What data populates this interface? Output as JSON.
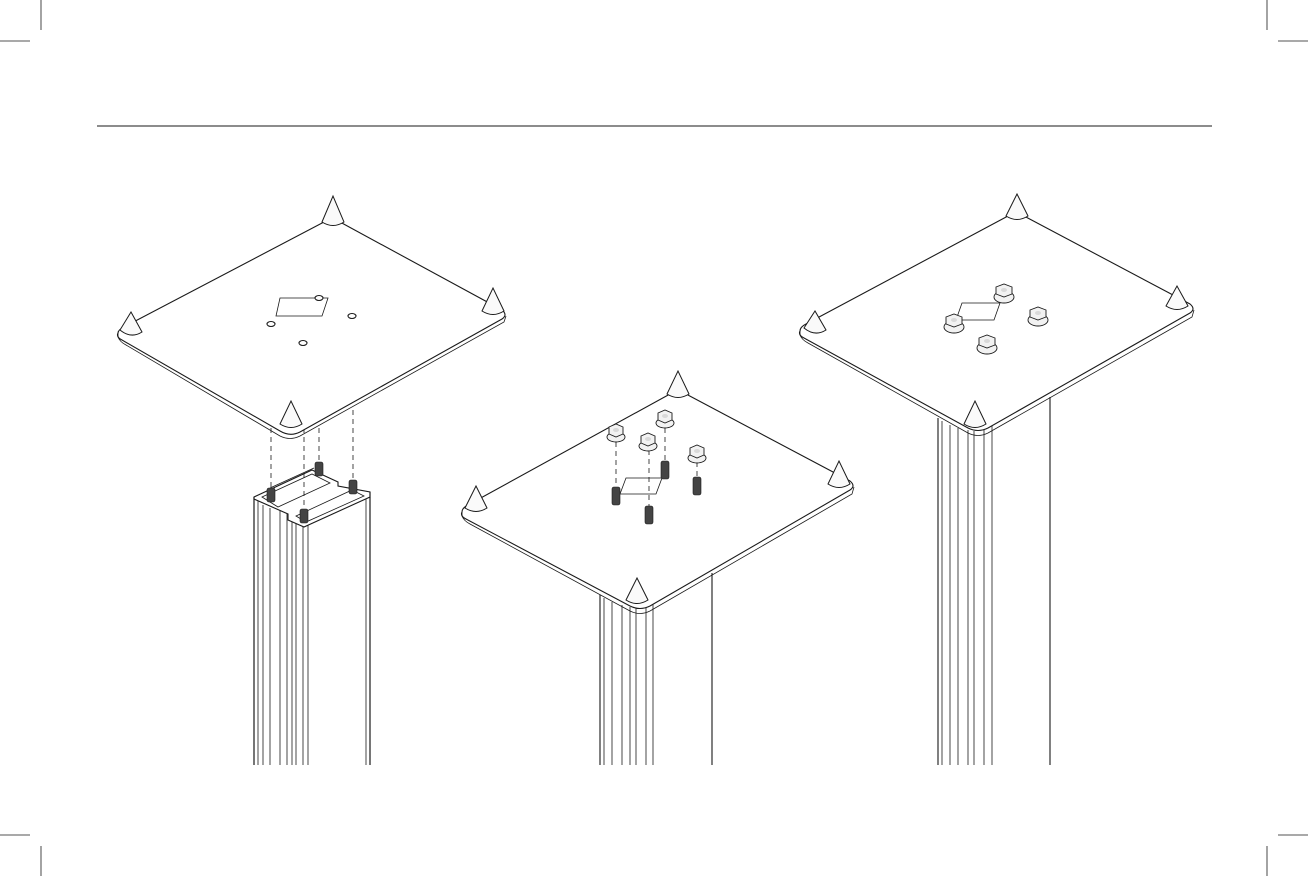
{
  "diagram": {
    "steps": [
      {
        "id": "step-1"
      },
      {
        "id": "step-2"
      },
      {
        "id": "step-3"
      }
    ]
  },
  "colors": {
    "line": "#1a1a1a",
    "background": "#ffffff",
    "shade": "#d9d9d9"
  }
}
